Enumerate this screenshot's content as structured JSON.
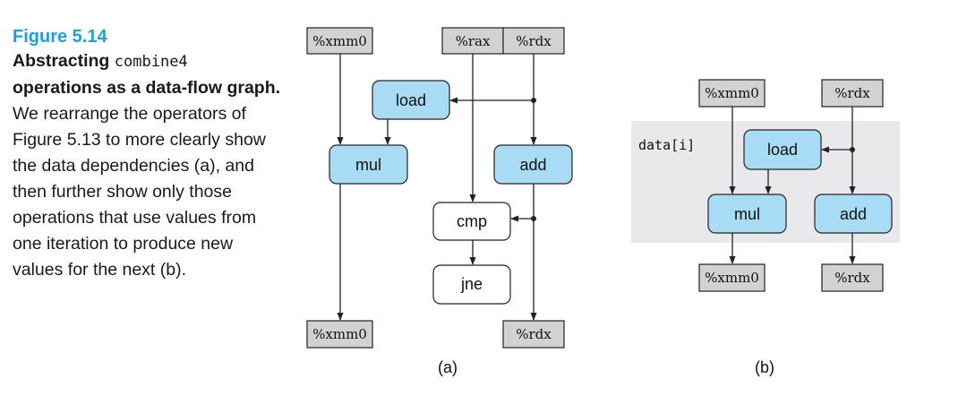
{
  "caption": {
    "figure_label": "Figure 5.14",
    "title_part1": "Abstracting",
    "title_code": "combine4",
    "title_part2": "operations as a data-flow graph.",
    "body": "We rearrange the operators of Figure 5.13 to more clearly show the data dependencies (a), and then further show only those operations that use values from one iteration to produce new values for the next (b)."
  },
  "diagram_a": {
    "label": "(a)",
    "regs": {
      "xmm0_in": "%xmm0",
      "rax_in": "%rax",
      "rdx_in": "%rdx",
      "xmm0_out": "%xmm0",
      "rdx_out": "%rdx"
    },
    "ops": {
      "load": "load",
      "mul": "mul",
      "add": "add",
      "cmp": "cmp",
      "jne": "jne"
    }
  },
  "diagram_b": {
    "label": "(b)",
    "data_label": "data[i]",
    "regs": {
      "xmm0_in": "%xmm0",
      "rdx_in": "%rdx",
      "xmm0_out": "%xmm0",
      "rdx_out": "%rdx"
    },
    "ops": {
      "load": "load",
      "mul": "mul",
      "add": "add"
    }
  },
  "colors": {
    "figure_label": "#1aa3d9",
    "register_fill": "#d2d2d2",
    "operation_fill": "#a8dcf5",
    "shaded_region": "#e9e9ec"
  }
}
